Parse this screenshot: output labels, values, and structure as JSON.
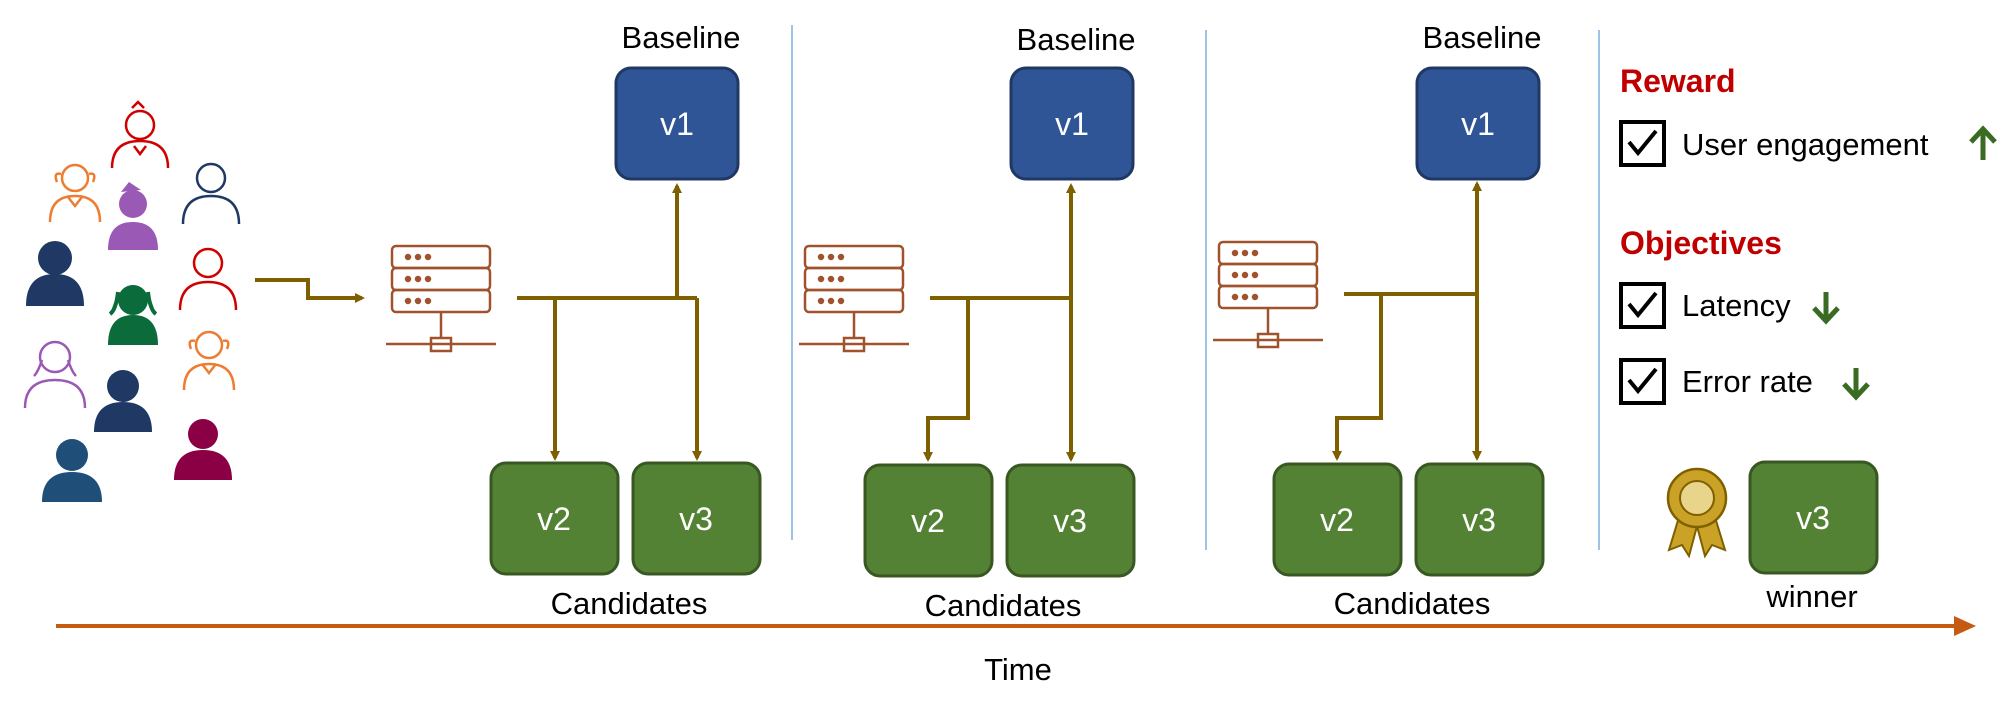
{
  "stages": [
    {
      "baseline_label": "Baseline",
      "baseline_version": "v1",
      "candidates_label": "Candidates",
      "candidates": [
        "v2",
        "v3"
      ]
    },
    {
      "baseline_label": "Baseline",
      "baseline_version": "v1",
      "candidates_label": "Candidates",
      "candidates": [
        "v2",
        "v3"
      ]
    },
    {
      "baseline_label": "Baseline",
      "baseline_version": "v1",
      "candidates_label": "Candidates",
      "candidates": [
        "v2",
        "v3"
      ]
    }
  ],
  "panel": {
    "reward_title": "Reward",
    "reward_items": [
      {
        "label": "User engagement",
        "direction": "up"
      }
    ],
    "objectives_title": "Objectives",
    "objective_items": [
      {
        "label": "Latency",
        "direction": "down"
      },
      {
        "label": "Error rate",
        "direction": "down"
      }
    ],
    "winner_version": "v3",
    "winner_label": "winner"
  },
  "time_label": "Time",
  "colors": {
    "baseline_box": "#2f5597",
    "candidate_box": "#548235",
    "traffic_line": "#7f6000",
    "server_icon": "#a0522d",
    "time_arrow": "#c55a11",
    "red_title": "#c00000",
    "green_arrow": "#3a6b22",
    "divider": "#9dc3e6"
  }
}
